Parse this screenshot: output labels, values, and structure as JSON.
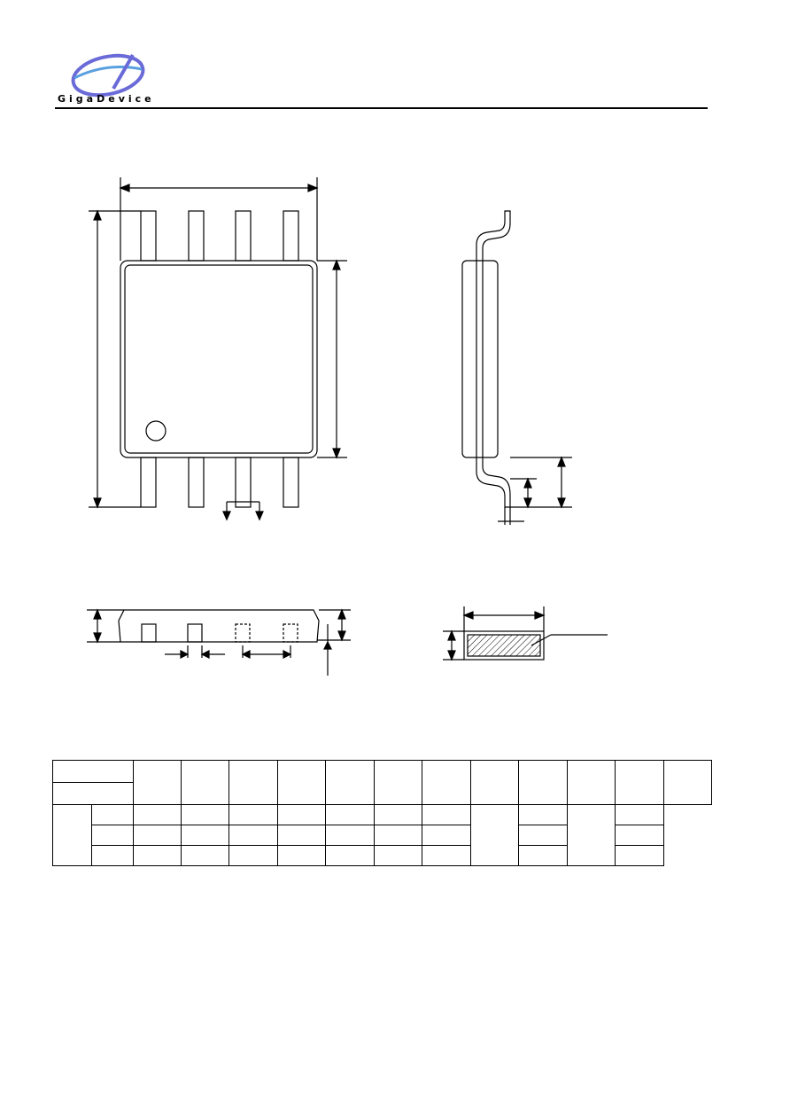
{
  "brand": {
    "name": "GigaDevice",
    "logo_colors": {
      "outer": "#6a6ad8",
      "swoosh": "#5aa0e0"
    }
  },
  "drawing": {
    "views": [
      "package-top-view",
      "package-side-view",
      "package-front-view",
      "lead-section-view"
    ],
    "line_color": "#000000"
  },
  "table": {
    "columns": 14,
    "data_rows": 3
  }
}
